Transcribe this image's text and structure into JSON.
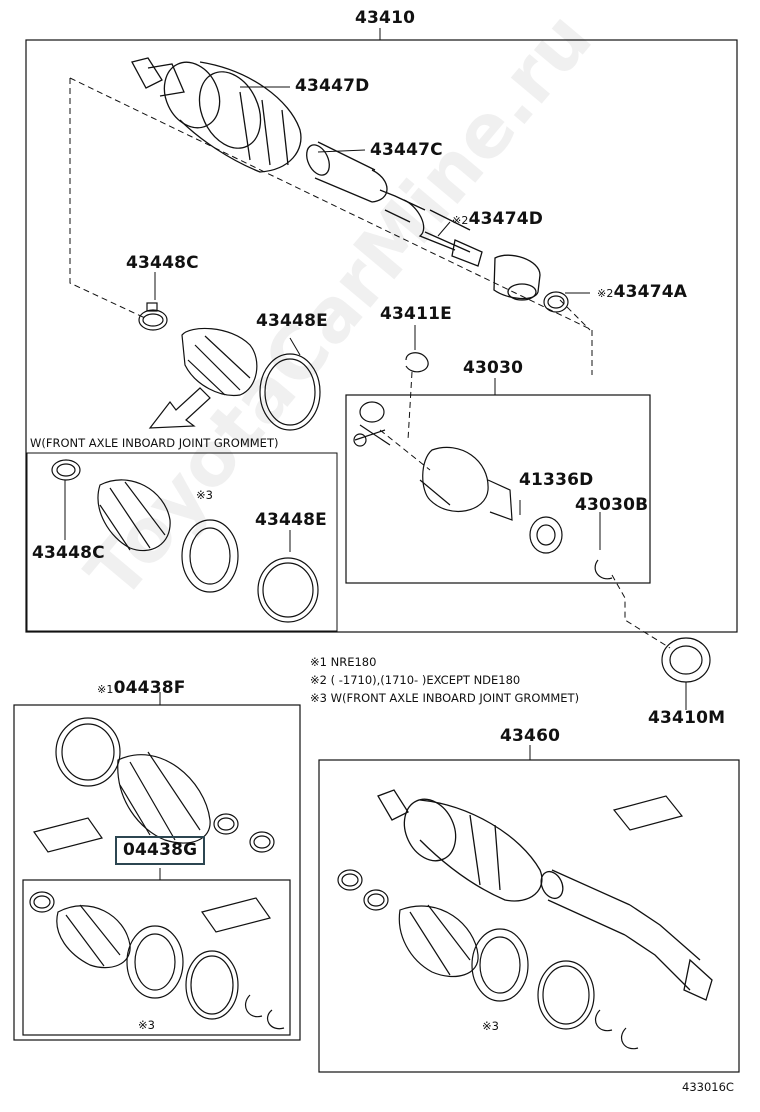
{
  "watermark": "ToyotaCarMine.ru",
  "diagram_id": "433016C",
  "parts": {
    "p43410": "43410",
    "p43447D": "43447D",
    "p43447C": "43447C",
    "p43474D": "43474D",
    "p43474D_mark": "※2",
    "p43448C_top": "43448C",
    "p43474A": "43474A",
    "p43474A_mark": "※2",
    "p43448E_top": "43448E",
    "p43411E": "43411E",
    "p43030": "43030",
    "p41336D": "41336D",
    "p43030B": "43030B",
    "p43448C_mid": "43448C",
    "p43448E_mid": "43448E",
    "p43448E_mid_mark": "※3",
    "p04438F": "04438F",
    "p04438F_mark": "※1",
    "p04438G": "04438G",
    "p04438G_mark": "※3",
    "p43410M": "43410M",
    "p43460": "43460",
    "p43460_mark": "※3"
  },
  "grommet_title": "W(FRONT AXLE INBOARD JOINT GROMMET)",
  "notes": {
    "n1": "※1 NRE180",
    "n2": "※2 (       -1710),(1710-       )EXCEPT NDE180",
    "n3": "※3 W(FRONT AXLE INBOARD JOINT GROMMET)"
  }
}
